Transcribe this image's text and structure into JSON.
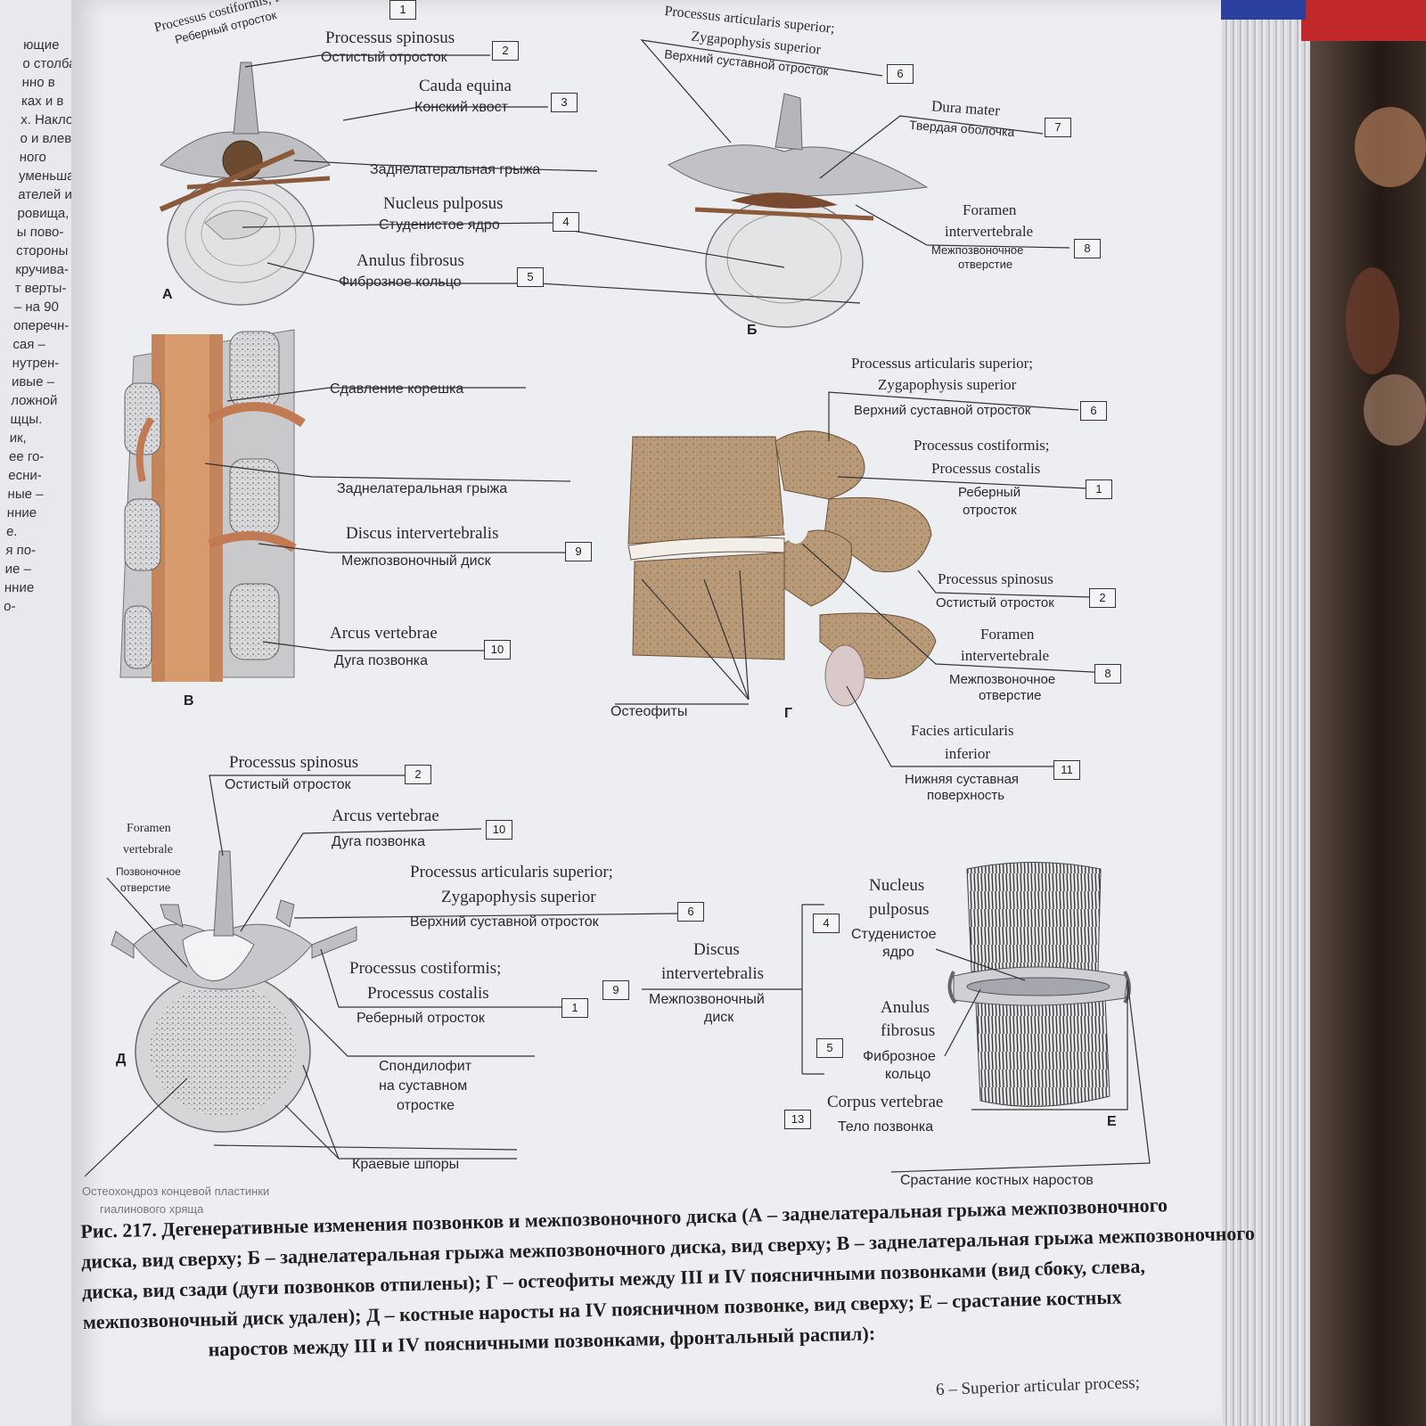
{
  "left_page": {
    "fragments": [
      "ющие",
      "о столба",
      "нно в",
      "ках и в",
      "х. Накло-",
      "о и влево",
      "ного",
      "уменьша-",
      "ателей и",
      "ровища, в",
      "ы пово-",
      "стороны",
      "кручива-",
      "т верты-",
      "– на 90",
      "оперечн-",
      "сая –",
      "нутрен-",
      "ивые –",
      "ложной",
      "щцы.",
      "ик,",
      "ее го-",
      "есни-",
      "ные –",
      "нние",
      "е.",
      "",
      "",
      "я по-",
      "ие –",
      "нние",
      "о-"
    ]
  },
  "panelA": {
    "letter": "А",
    "top_clip": {
      "latin": "Processus costiformis; Processus costalis",
      "russian": "Реберный отросток",
      "num": "1"
    },
    "spinous": {
      "latin": "Processus spinosus",
      "russian": "Остистый отросток",
      "num": "2"
    },
    "cauda": {
      "latin": "Cauda equina",
      "russian": "Конский хвост",
      "num": "3"
    },
    "hernia": {
      "russian": "Заднелатеральная грыжа"
    },
    "nucleus": {
      "latin": "Nucleus pulposus",
      "russian": "Студенистое ядро",
      "num": "4"
    },
    "anulus": {
      "latin": "Anulus fibrosus",
      "russian": "Фиброзное кольцо",
      "num": "5"
    }
  },
  "panelB": {
    "letter": "Б",
    "articular": {
      "latin1": "Processus articularis superior;",
      "latin2": "Zygapophysis superior",
      "russian": "Верхний суставной отросток",
      "num": "6"
    },
    "dura": {
      "latin": "Dura mater",
      "russian": "Твердая оболочка",
      "num": "7"
    },
    "foramen": {
      "latin1": "Foramen",
      "latin2": "intervertebrale",
      "russian1": "Межпозвоночное",
      "russian2": "отверстие",
      "num": "8"
    }
  },
  "panelV": {
    "letter": "В",
    "compression": {
      "russian": "Сдавление корешка"
    },
    "hernia": {
      "russian": "Заднелатеральная грыжа"
    },
    "discus": {
      "latin": "Discus intervertebralis",
      "russian": "Межпозвоночный диск",
      "num": "9"
    },
    "arcus": {
      "latin": "Arcus vertebrae",
      "russian": "Дуга позвонка",
      "num": "10"
    }
  },
  "panelG": {
    "letter": "Г",
    "articular": {
      "latin1": "Processus articularis superior;",
      "latin2": "Zygapophysis superior",
      "russian": "Верхний суставной отросток",
      "num": "6"
    },
    "costal": {
      "latin1": "Processus costiformis;",
      "latin2": "Processus costalis",
      "russian1": "Реберный",
      "russian2": "отросток",
      "num": "1"
    },
    "spinous": {
      "latin": "Processus spinosus",
      "russian": "Остистый отросток",
      "num": "2"
    },
    "foramen": {
      "latin1": "Foramen",
      "latin2": "intervertebrale",
      "russian1": "Межпозвоночное",
      "russian2": "отверстие",
      "num": "8"
    },
    "facies": {
      "latin1": "Facies articularis",
      "latin2": "inferior",
      "russian1": "Нижняя суставная",
      "russian2": "поверхность",
      "num": "11"
    },
    "osteo": {
      "russian": "Остеофиты"
    }
  },
  "panelD": {
    "letter": "Д",
    "spinous": {
      "latin": "Processus spinosus",
      "russian": "Остистый отросток",
      "num": "2"
    },
    "foramen_vert": {
      "latin1": "Foramen",
      "latin2": "vertebrale",
      "russian1": "Позвоночное",
      "russian2": "отверстие"
    },
    "arcus": {
      "latin": "Arcus vertebrae",
      "russian": "Дуга позвонка",
      "num": "10"
    },
    "articular": {
      "latin1": "Processus articularis superior;",
      "latin2": "Zygapophysis superior",
      "russian": "Верхний суставной отросток",
      "num": "6"
    },
    "costal": {
      "latin1": "Processus costiformis;",
      "latin2": "Processus costalis",
      "russian": "Реберный отросток",
      "num": "1"
    },
    "spondylo": {
      "russian1": "Спондилофит",
      "russian2": "на суставном",
      "russian3": "отростке"
    },
    "spurs": {
      "russian": "Краевые шпоры"
    },
    "endplate": {
      "russian1": "Остеохондроз концевой пластинки",
      "russian2": "гиалинового хряща"
    }
  },
  "panelE": {
    "letter": "Е",
    "discus": {
      "latin1": "Discus",
      "latin2": "intervertebralis",
      "russian1": "Межпозвоночный",
      "russian2": "диск",
      "num": "9"
    },
    "nucleus": {
      "latin1": "Nucleus",
      "latin2": "pulposus",
      "russian1": "Студенистое",
      "russian2": "ядро",
      "num": "4"
    },
    "anulus": {
      "latin1": "Anulus",
      "latin2": "fibrosus",
      "russian1": "Фиброзное",
      "russian2": "кольцо",
      "num": "5"
    },
    "corpus": {
      "latin": "Corpus vertebrae",
      "russian": "Тело позвонка",
      "num": "13"
    },
    "fusion": {
      "russian": "Срастание костных наростов"
    }
  },
  "caption": {
    "lines": [
      "Рис. 217. Дегенеративные изменения позвонков и межпозвоночного диска (А – заднелатеральная грыжа межпозвоночного",
      "диска, вид сверху; Б – заднелатеральная грыжа межпозвоночного диска, вид сверху; В – заднелатеральная грыжа межпозвоночного",
      "диска, вид сзади (дуги позвонков отпилены); Г – остеофиты между III и IV поясничными позвонками (вид сбоку, слева,",
      "межпозвоночный диск удален); Д – костные наросты на IV поясничном позвонке, вид сверху; Е – срастание костных",
      "наростов между III и IV поясничными позвонками, фронтальный распил):"
    ]
  },
  "footer": {
    "text": "6 – Superior articular process;"
  }
}
